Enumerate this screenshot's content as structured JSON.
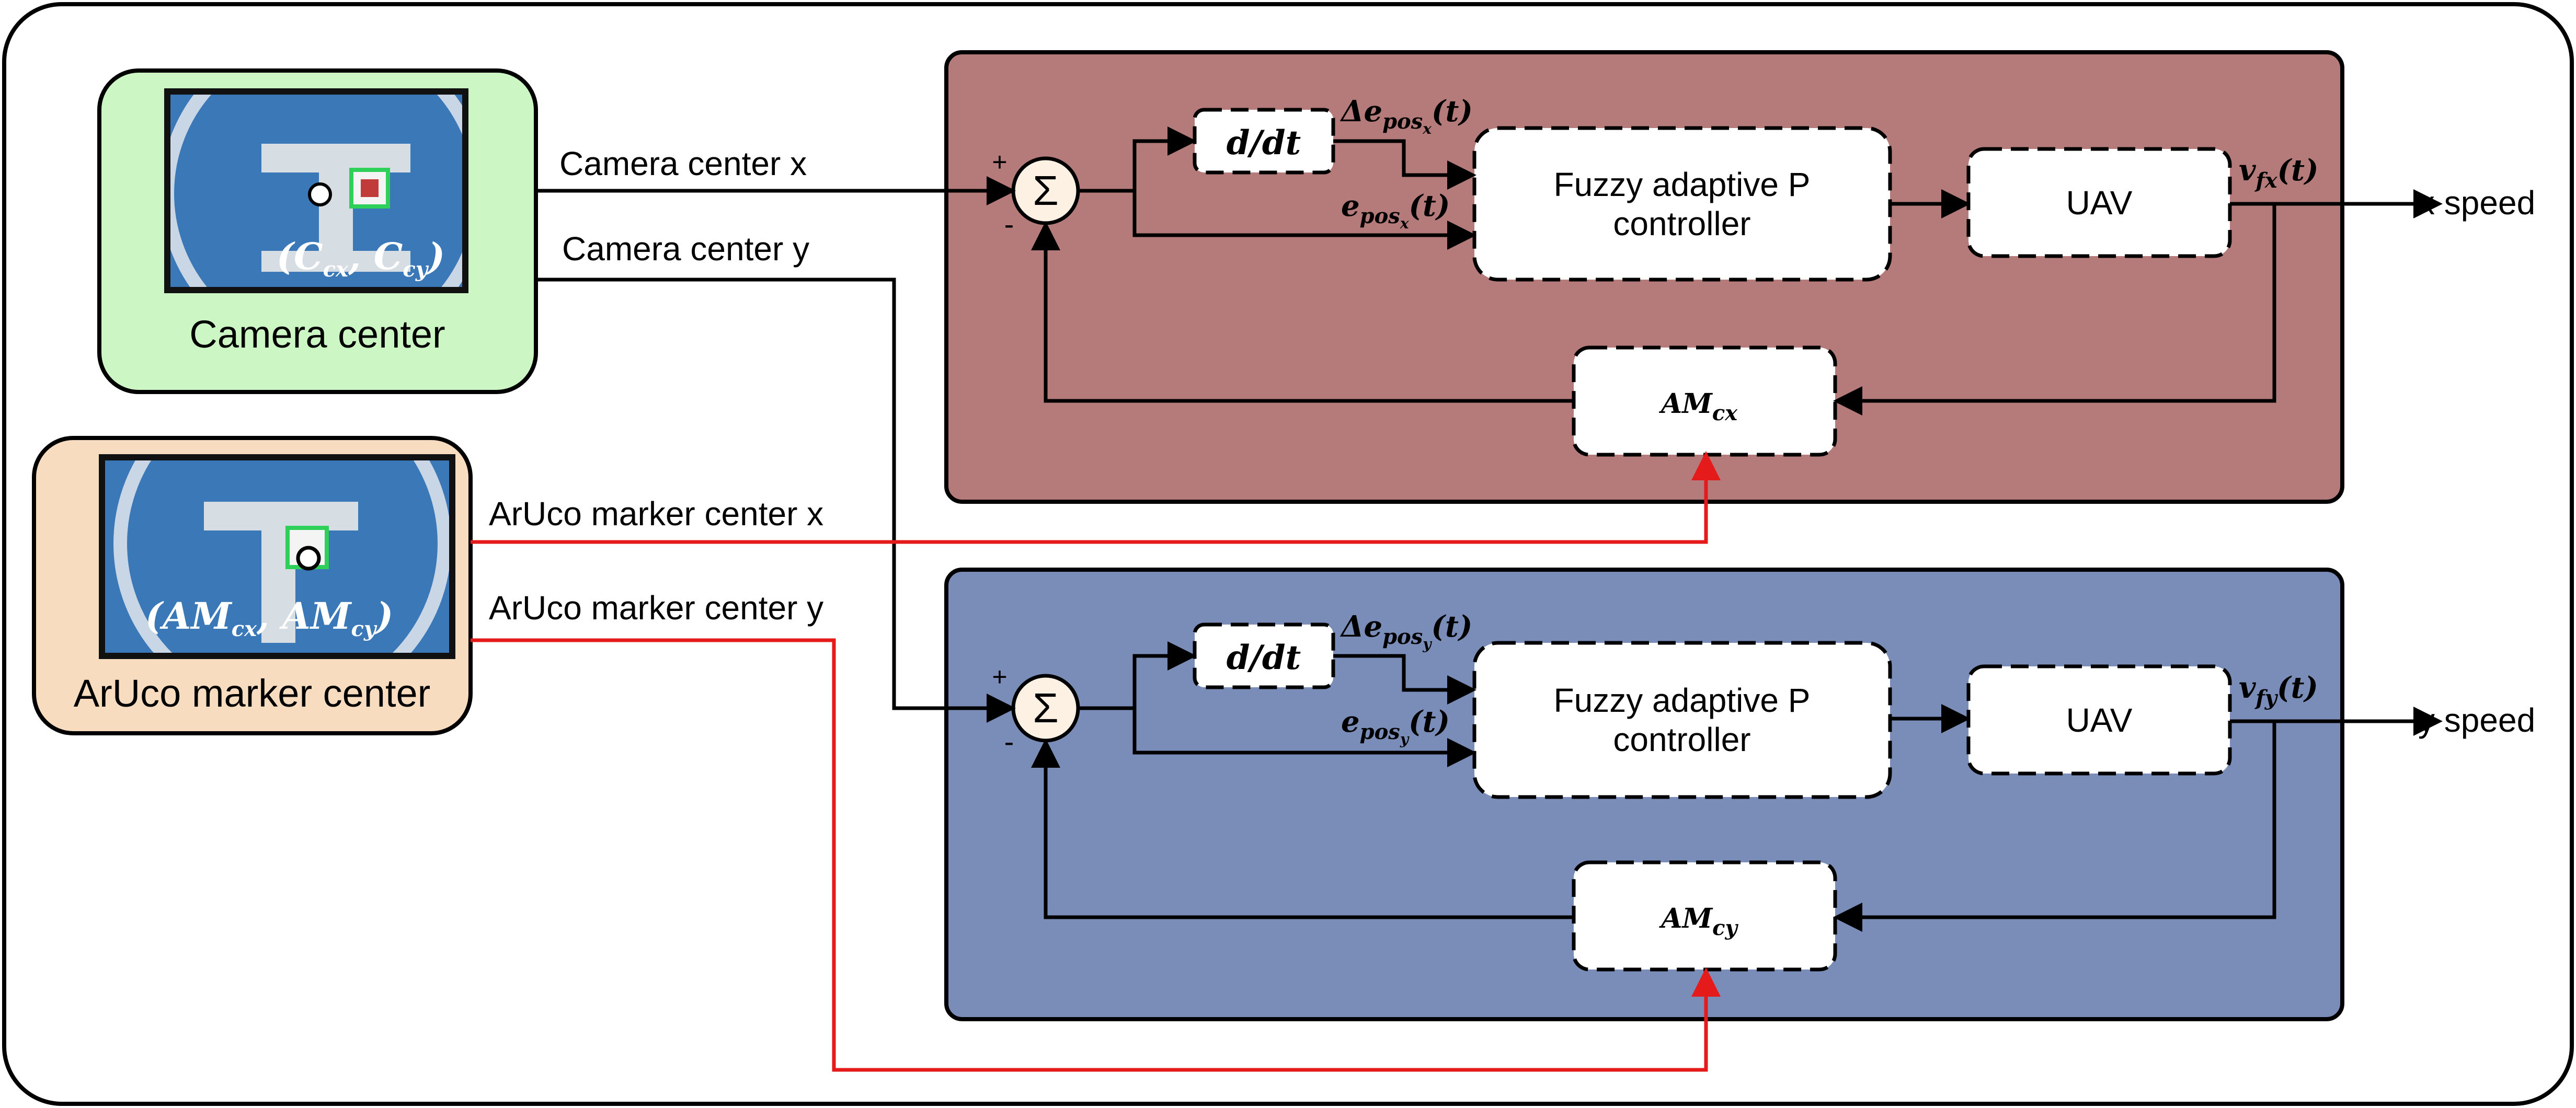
{
  "inputs": {
    "camera": {
      "title": "Camera center",
      "coord_label": "(C_cx, C_cy)",
      "bg_color": "#ccf7c4",
      "signal_x": "Camera center x",
      "signal_y": "Camera center y"
    },
    "aruco": {
      "title": "ArUco marker center",
      "coord_label": "(AM_cx, AM_cy)",
      "bg_color": "#f7dcc0",
      "signal_x": "ArUco marker center x",
      "signal_y": "ArUco marker center y"
    }
  },
  "loops": [
    {
      "axis": "x",
      "bg_color": "#b47b7a",
      "sum_symbol": "Σ",
      "plus": "+",
      "minus": "-",
      "derivative": "d/dt",
      "delta_error": {
        "prefix": "Δe",
        "sub": "pos",
        "subsub": "x",
        "suffix": "(t)"
      },
      "error": {
        "prefix": "e",
        "sub": "pos",
        "subsub": "x",
        "suffix": "(t)"
      },
      "controller": [
        "Fuzzy adaptive P",
        "controller"
      ],
      "plant": "UAV",
      "velocity": {
        "prefix": "v",
        "sub": "fx",
        "suffix": "(t)"
      },
      "feedback": {
        "prefix": "AM",
        "sub": "cx"
      },
      "output": "x speed"
    },
    {
      "axis": "y",
      "bg_color": "#7a8db8",
      "sum_symbol": "Σ",
      "plus": "+",
      "minus": "-",
      "derivative": "d/dt",
      "delta_error": {
        "prefix": "Δe",
        "sub": "pos",
        "subsub": "y",
        "suffix": "(t)"
      },
      "error": {
        "prefix": "e",
        "sub": "pos",
        "subsub": "y",
        "suffix": "(t)"
      },
      "controller": [
        "Fuzzy adaptive P",
        "controller"
      ],
      "plant": "UAV",
      "velocity": {
        "prefix": "v",
        "sub": "fy",
        "suffix": "(t)"
      },
      "feedback": {
        "prefix": "AM",
        "sub": "cy"
      },
      "output": "y speed"
    }
  ],
  "colors": {
    "signal_red": "#e51b1b",
    "image_blue": "#3a78b8",
    "marker_green": "#2fd05a"
  }
}
